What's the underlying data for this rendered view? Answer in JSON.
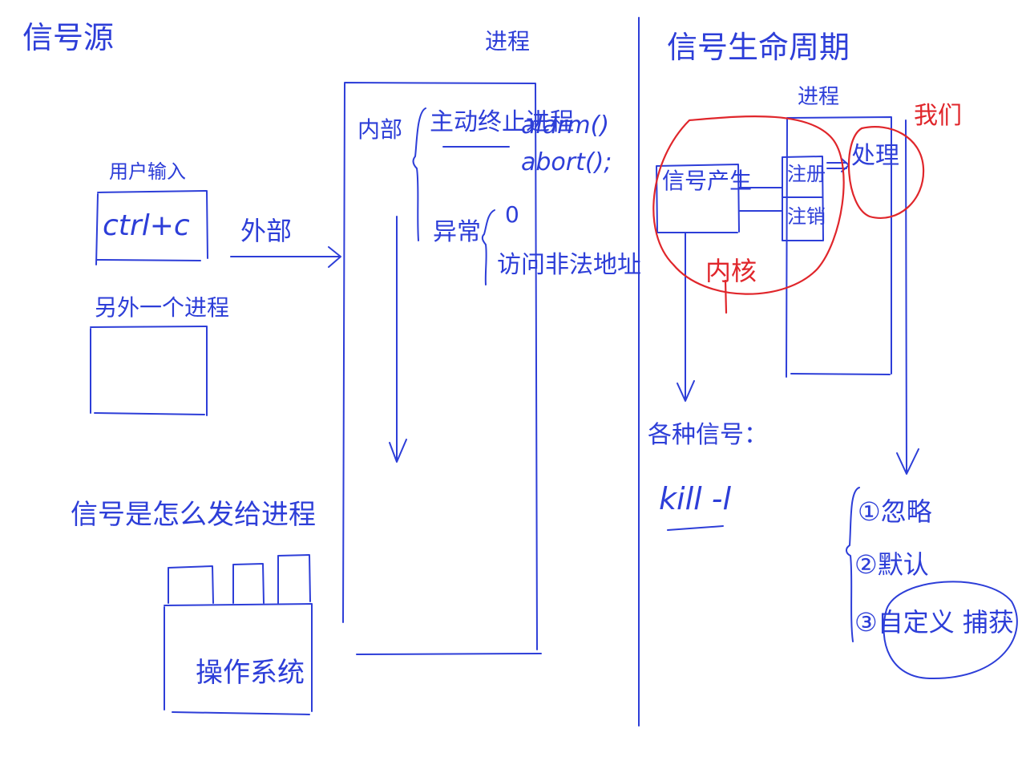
{
  "colors": {
    "ink_blue": "#2d3ed8",
    "ink_red": "#e0262b",
    "ink_grey": "#555555",
    "background": "#ffffff"
  },
  "left_panel": {
    "title": "信号源",
    "user_input_label": "用户输入",
    "ctrl_c": "ctrl+c",
    "external_label": "外部",
    "another_process_label": "另外一个进程",
    "delivery_title": "信号是怎么发给进程",
    "os_label": "操作系统"
  },
  "process_panel": {
    "title": "进程",
    "internal_label": "内部",
    "actively_kill_label": "主动终止进程",
    "alarm_call": "alarm()",
    "abort_call": "abort();",
    "exception_label": "异常",
    "exception_item_1": "0",
    "exception_item_2": "访问非法地址"
  },
  "lifecycle_panel": {
    "title": "信号生命周期",
    "process_label": "进程",
    "we_label": "我们",
    "signal_generate_label": "信号产生",
    "register_label": "注册",
    "unregister_label": "注销",
    "handle_label": "处理",
    "kernel_label": "内核",
    "various_signals_label": "各种信号：",
    "kill_cmd": "kill -l",
    "option_ignore": "①忽略",
    "option_default": "②默认",
    "option_custom_capture": "③自定义 捕获"
  }
}
